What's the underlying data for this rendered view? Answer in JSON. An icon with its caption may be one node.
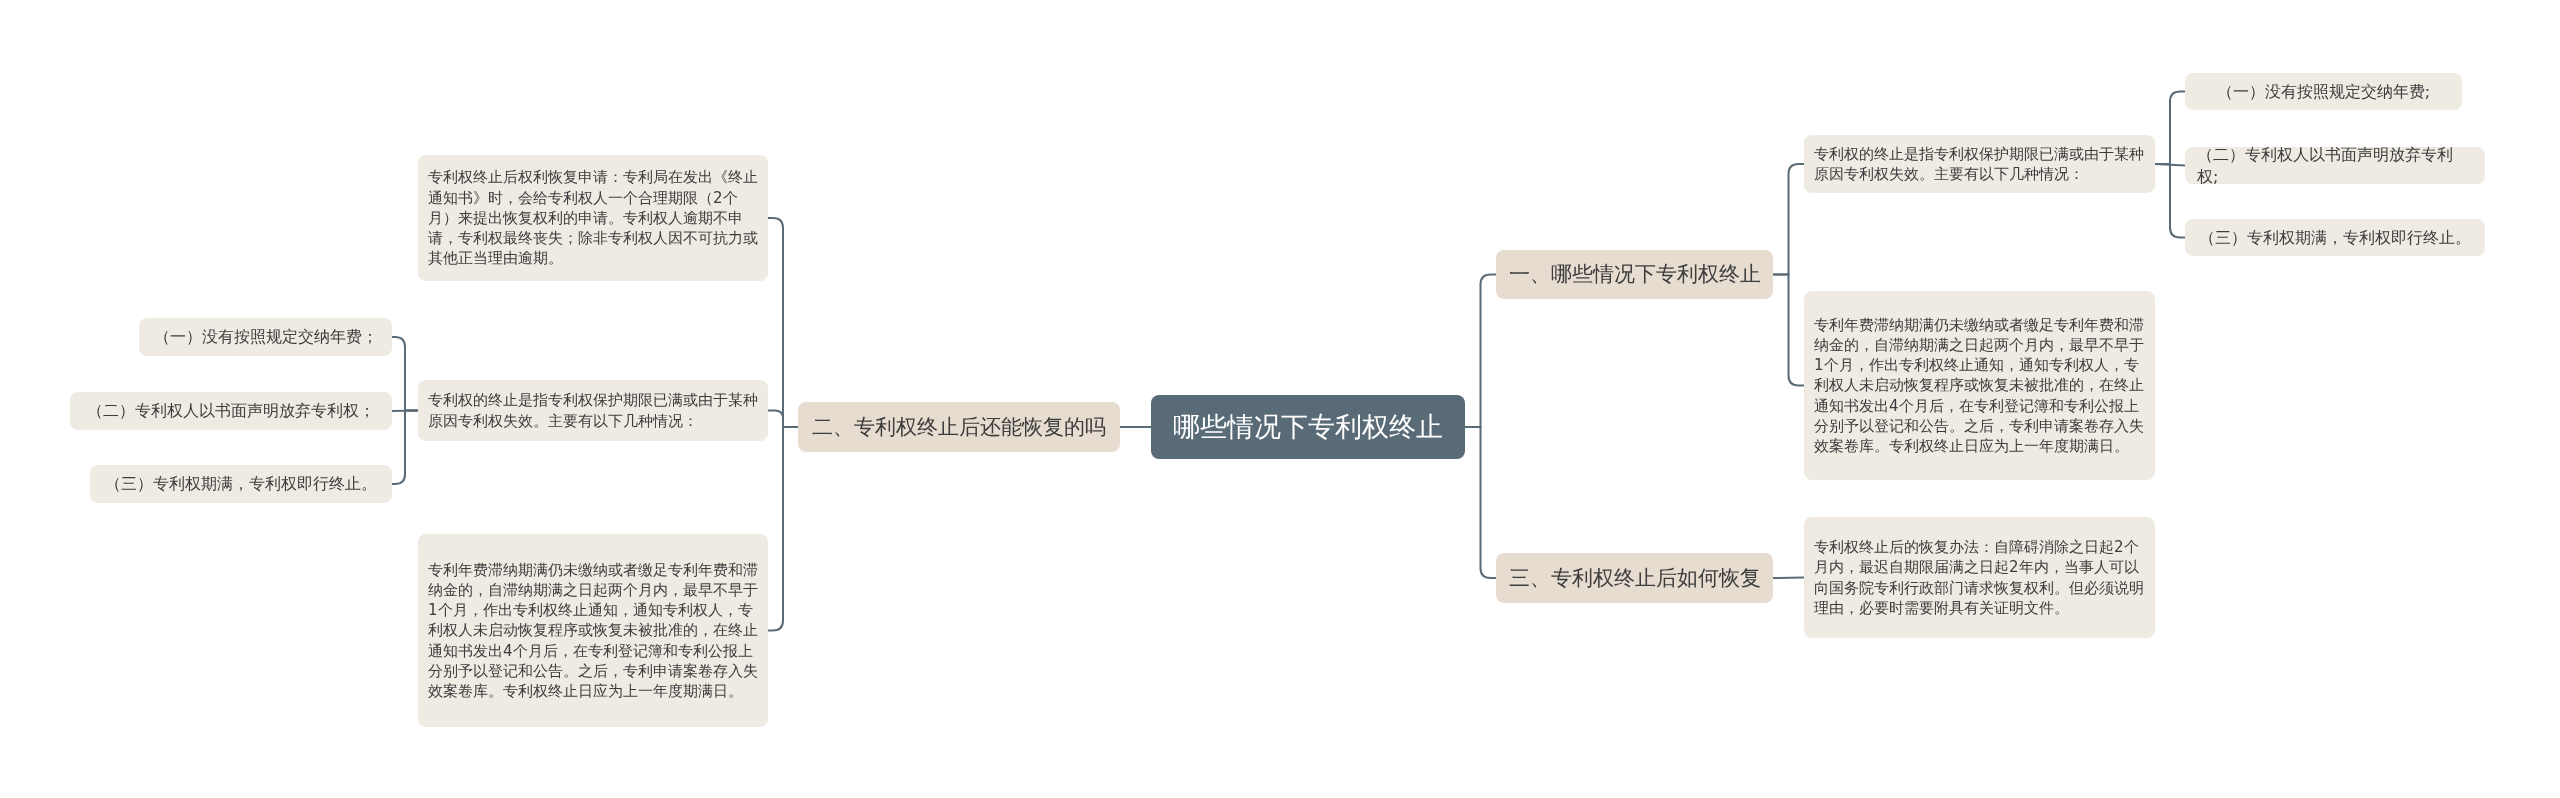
{
  "diagram": {
    "nodes": [
      {
        "text": [
          "哪些情况下专利权终止"
        ]
      },
      {
        "text": [
          "一、哪些情况下专利权终止"
        ]
      },
      {
        "text": [
          "专利权的终止是指专利权保护期限已满或由于某种原因专利权失效。主要有以下几种情况："
        ]
      },
      {
        "text": [
          "（一）没有按照规定交纳年费;"
        ]
      },
      {
        "text": [
          "（二）专利权人以书面声明放弃专利权;"
        ]
      },
      {
        "text": [
          "（三）专利权期满，专利权即行终止。"
        ]
      },
      {
        "text": [
          "专利年费滞纳期满仍未缴纳或者缴足专利年费和滞纳金的，自滞纳期满之日起两个月内，最早不早于1个月，作出专利权终止通知，通知专利权人，专利权人未启动恢复程序或恢复未被批准的，在终止通知书发出4个月后，在专利登记簿和专利公报上分别予以登记和公告。之后，专利申请案卷存入失效案卷库。专利权终止日应为上一年度期满日。"
        ]
      },
      {
        "text": [
          "三、专利权终止后如何恢复"
        ]
      },
      {
        "text": [
          "专利权终止后的恢复办法：自障碍消除之日起2个月内，最迟自期限届满之日起2年内，当事人可以向国务院专利行政部门请求恢复权利。但必须说明理由，必要时需要附具有关证明文件。"
        ]
      },
      {
        "text": [
          "二、专利权终止后还能恢复的吗"
        ]
      },
      {
        "text": [
          "专利权终止后权利恢复申请：专利局在发出《终止通知书》时，会给专利权人一个合理期限（2个月）来提出恢复权利的申请。专利权人逾期不申请，专利权最终丧失；除非专利权人因不可抗力或其他正当理由逾期。"
        ]
      },
      {
        "text": [
          "专利权的终止是指专利权保护期限已满或由于某种原因专利权失效。主要有以下几种情况："
        ]
      },
      {
        "text": [
          "（一）没有按照规定交纳年费；"
        ]
      },
      {
        "text": [
          "（二）专利权人以书面声明放弃专利权；"
        ]
      },
      {
        "text": [
          "（三）专利权期满，专利权即行终止。"
        ]
      },
      {
        "text": [
          "专利年费滞纳期满仍未缴纳或者缴足专利年费和滞纳金的，自滞纳期满之日起两个月内，最早不早于1个月，作出专利权终止通知，通知专利权人，专利权人未启动恢复程序或恢复未被批准的，在终止通知书发出4个月后，在专利登记簿和专利公报上分别予以登记和公告。之后，专利申请案卷存入失效案卷库。专利权终止日应为上一年度期满日。"
        ]
      }
    ],
    "edges": [
      {
        "from": 0,
        "to": 1,
        "arrow": "none"
      },
      {
        "from": 1,
        "to": 2,
        "arrow": "none"
      },
      {
        "from": 2,
        "to": 3,
        "arrow": "none"
      },
      {
        "from": 2,
        "to": 4,
        "arrow": "none"
      },
      {
        "from": 2,
        "to": 5,
        "arrow": "none"
      },
      {
        "from": 1,
        "to": 6,
        "arrow": "none"
      },
      {
        "from": 0,
        "to": 7,
        "arrow": "none"
      },
      {
        "from": 7,
        "to": 8,
        "arrow": "none"
      },
      {
        "from": 0,
        "to": 9,
        "arrow": "none"
      },
      {
        "from": 9,
        "to": 10,
        "arrow": "none"
      },
      {
        "from": 9,
        "to": 11,
        "arrow": "none"
      },
      {
        "from": 11,
        "to": 12,
        "arrow": "none"
      },
      {
        "from": 11,
        "to": 13,
        "arrow": "none"
      },
      {
        "from": 11,
        "to": 14,
        "arrow": "none"
      },
      {
        "from": 9,
        "to": 15,
        "arrow": "none"
      }
    ]
  }
}
